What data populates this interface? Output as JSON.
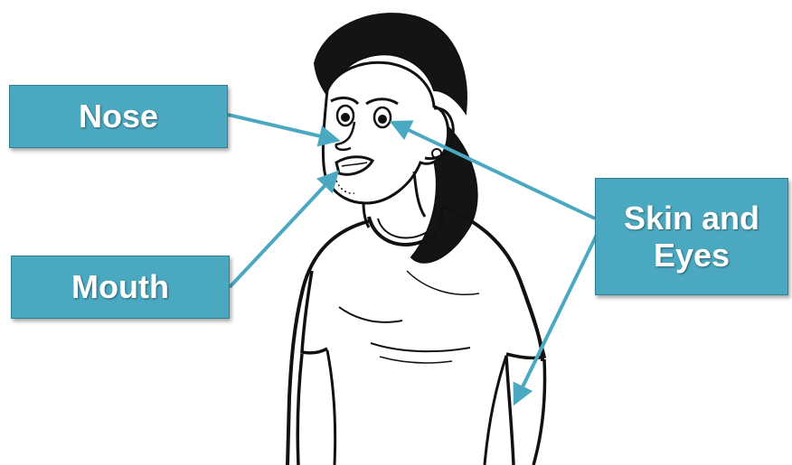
{
  "labels": {
    "nose": "Nose",
    "mouth": "Mouth",
    "skin_eyes": "Skin and Eyes"
  },
  "colors": {
    "box_fill": "#4aa9c0",
    "box_border": "#2f7f93",
    "arrow": "#4aa9c0",
    "label_text": "#ffffff",
    "line_art": "#111111",
    "hair": "#141414"
  },
  "illustration": {
    "subject": "woman-figure-line-drawing"
  }
}
